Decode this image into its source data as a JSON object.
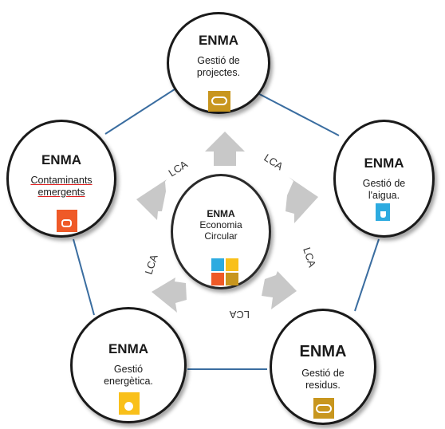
{
  "colors": {
    "connector": "#3a6da0",
    "arrow": "#c8c8c8",
    "ring": "#1a1a1a",
    "sdg_gold": "#c8961e",
    "sdg_orange": "#ef5a28",
    "sdg_blue": "#2dabe0",
    "sdg_yellow": "#f9c01a"
  },
  "center": {
    "title": "ENMA",
    "subtitle": "Economia\nCircular",
    "icons": [
      "sdg-clean-water-icon",
      "sdg-clean-energy-icon",
      "sdg-health-icon",
      "sdg-responsible-consumption-icon"
    ]
  },
  "nodes": {
    "top": {
      "title": "ENMA",
      "subtitle": "Gestió de\nprojectes.",
      "icon": "sdg-responsible-consumption-icon"
    },
    "right": {
      "title": "ENMA",
      "subtitle": "Gestió de\nl'aigua.",
      "icon": "sdg-clean-water-icon"
    },
    "bottom_right": {
      "title": "ENMA",
      "subtitle": "Gestió de\nresidus.",
      "icon": "sdg-responsible-consumption-icon"
    },
    "bottom_left": {
      "title": "ENMA",
      "subtitle": "Gestió\nenergètica.",
      "icon": "sdg-clean-energy-icon"
    },
    "left": {
      "title": "ENMA",
      "subtitle": "Contaminants\nemergents",
      "icon": "sdg-health-icon"
    }
  },
  "lca_labels": [
    "LCA",
    "LCA",
    "LCA",
    "LCA",
    "LCA"
  ]
}
